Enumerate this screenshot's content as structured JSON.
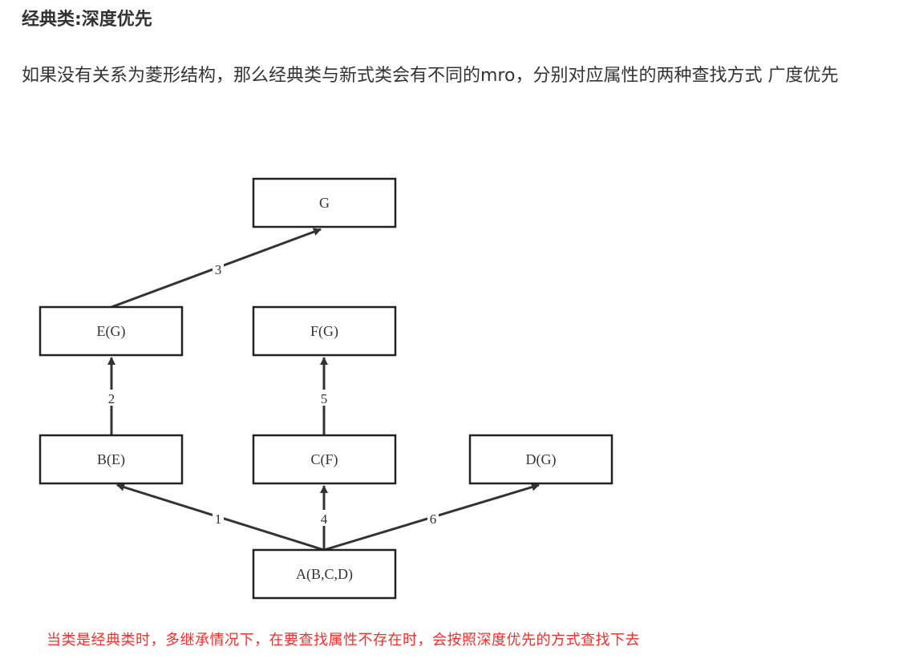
{
  "heading": "经典类:深度优先",
  "paragraph": "如果没有关系为菱形结构，那么经典类与新式类会有不同的mro，分别对应属性的两种查找方式 广度优先",
  "diagram": {
    "nodes": [
      {
        "id": "G",
        "label": "G"
      },
      {
        "id": "E",
        "label": "E(G)"
      },
      {
        "id": "F",
        "label": "F(G)"
      },
      {
        "id": "B",
        "label": "B(E)"
      },
      {
        "id": "C",
        "label": "C(F)"
      },
      {
        "id": "D",
        "label": "D(G)"
      },
      {
        "id": "A",
        "label": "A(B,C,D)"
      }
    ],
    "edges": [
      {
        "from": "A",
        "to": "B",
        "label": "1"
      },
      {
        "from": "B",
        "to": "E",
        "label": "2"
      },
      {
        "from": "E",
        "to": "G",
        "label": "3"
      },
      {
        "from": "A",
        "to": "C",
        "label": "4"
      },
      {
        "from": "C",
        "to": "F",
        "label": "5"
      },
      {
        "from": "A",
        "to": "D",
        "label": "6"
      }
    ]
  },
  "caption": "当类是经典类时，多继承情况下，在要查找属性不存在时，会按照深度优先的方式查找下去"
}
